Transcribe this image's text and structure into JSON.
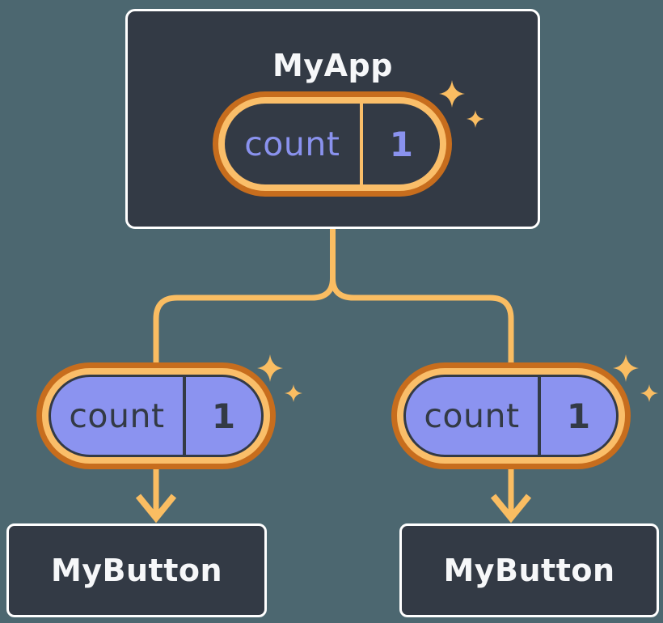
{
  "colors": {
    "bg": "#4C6770",
    "node-fill": "#333A45",
    "node-border": "#FFFFFF",
    "node-text": "#F6F7F9",
    "ring-outer": "#C76D1D",
    "ring-inner": "#FABE69",
    "line": "#FABD62",
    "pill-fill": "#8B93F0",
    "pill-dark": "#333A45",
    "state-text": "#8A92EE"
  },
  "app": {
    "title": "MyApp",
    "state": {
      "label": "count",
      "value": "1"
    }
  },
  "buttons": [
    {
      "title": "MyButton",
      "prop": {
        "label": "count",
        "value": "1"
      }
    },
    {
      "title": "MyButton",
      "prop": {
        "label": "count",
        "value": "1"
      }
    }
  ]
}
